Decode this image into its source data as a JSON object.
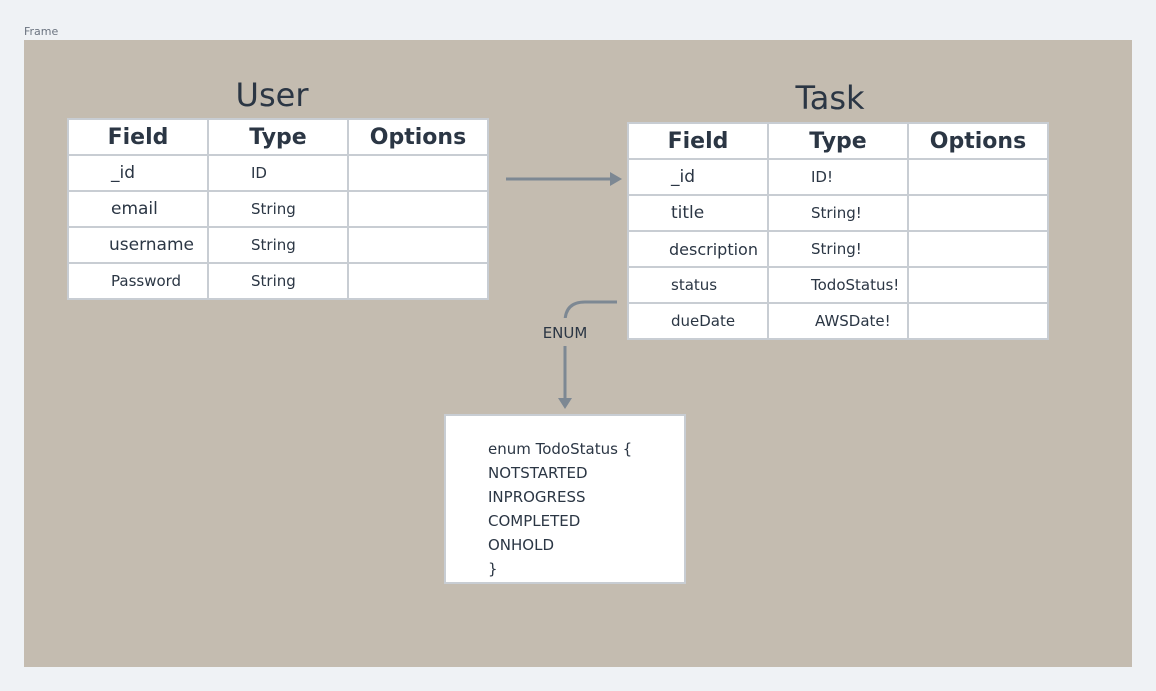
{
  "frame": {
    "label": "Frame"
  },
  "user": {
    "title": "User",
    "headers": [
      "Field",
      "Type",
      "Options"
    ],
    "rows": [
      {
        "field": "_id",
        "type": "ID",
        "options": ""
      },
      {
        "field": "email",
        "type": "String",
        "options": ""
      },
      {
        "field": "username",
        "type": "String",
        "options": ""
      },
      {
        "field": "Password",
        "type": "String",
        "options": ""
      }
    ]
  },
  "task": {
    "title": "Task",
    "headers": [
      "Field",
      "Type",
      "Options"
    ],
    "rows": [
      {
        "field": "_id",
        "type": "ID!",
        "options": ""
      },
      {
        "field": "title",
        "type": "String!",
        "options": ""
      },
      {
        "field": "description",
        "type": "String!",
        "options": ""
      },
      {
        "field": "status",
        "type": "TodoStatus!",
        "options": ""
      },
      {
        "field": "dueDate",
        "type": "AWSDate!",
        "options": ""
      }
    ]
  },
  "connector": {
    "enum_label": "ENUM"
  },
  "enum_def": {
    "lines": [
      "enum TodoStatus {",
      "NOTSTARTED",
      "INPROGRESS",
      "COMPLETED",
      "ONHOLD",
      "}"
    ]
  },
  "colors": {
    "canvas": "#eff2f5",
    "frame": "#c4bcb0",
    "connector": "#7d8893",
    "text": "#2b3644",
    "border": "#c8cdd3"
  }
}
